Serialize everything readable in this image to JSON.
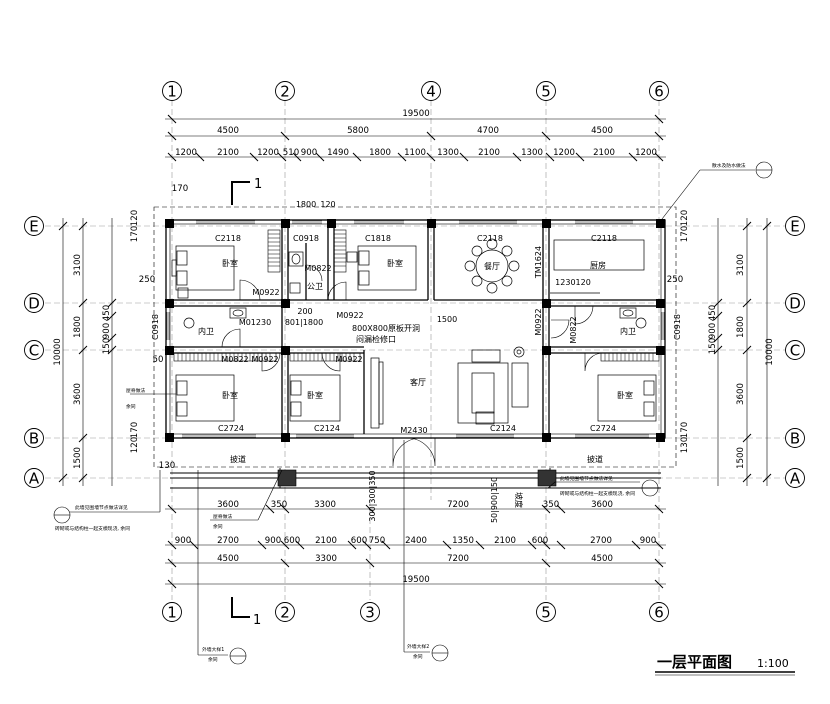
{
  "drawing": {
    "title": "一层平面图",
    "scale": "1:100"
  },
  "axes": {
    "columns": [
      "1",
      "2",
      "4",
      "5",
      "6"
    ],
    "columns_bottom": [
      "1",
      "2",
      "3",
      "5",
      "6"
    ],
    "rows": [
      "E",
      "D",
      "C",
      "B",
      "A"
    ]
  },
  "dims_top": {
    "overall": "19500",
    "bays": [
      "4500",
      "5800",
      "4700",
      "4500"
    ],
    "detail": [
      "1200",
      "2100",
      "1200",
      "510",
      "900",
      "1490",
      "1800",
      "1100",
      "1300",
      "2100",
      "1300",
      "1200",
      "2100",
      "1200"
    ]
  },
  "dims_bottom": {
    "overall": "19500",
    "bays": [
      "4500",
      "3300",
      "7200",
      "4500"
    ],
    "detail": [
      "900",
      "2700",
      "900",
      "600",
      "2100",
      "600",
      "750",
      "2400",
      "1350",
      "2100",
      "600",
      "2700",
      "900"
    ],
    "porch": [
      "3600",
      "3300",
      "7200",
      "3600"
    ],
    "porch_small": [
      "350",
      "350"
    ]
  },
  "dims_left": {
    "overall": "10000",
    "bays": [
      "3100",
      "1800",
      "3600",
      "1500"
    ],
    "small": [
      "120",
      "170",
      "250",
      "900",
      "450",
      "150",
      "50",
      "170",
      "120",
      "130",
      "170"
    ]
  },
  "dims_right": {
    "overall": "10000",
    "bays": [
      "3100",
      "1800",
      "3600",
      "1500"
    ],
    "small": [
      "120",
      "170",
      "250",
      "900",
      "450",
      "150",
      "170",
      "130"
    ]
  },
  "rooms": {
    "bed1": "卧室",
    "bed2": "卧室",
    "bed3": "卧室",
    "bed4": "卧室",
    "bed5": "卧室",
    "dining": "餐厅",
    "kitchen": "厨房",
    "bath1": "内卫",
    "bath2": "内卫",
    "wc": "公卫",
    "living": "客厅",
    "corridor1": "披道",
    "corridor2": "披道"
  },
  "labels": {
    "c2118a": "C2118",
    "c0918": "C0918",
    "c1818": "C1818",
    "c2118b": "C2118",
    "c2118c": "C2118",
    "m0822a": "M0822",
    "m0922a": "M0922",
    "m0922b": "M0922",
    "m0822b": "M0822",
    "m0922c": "M0922",
    "m0922d": "M0922",
    "m0822c": "M0822",
    "m0922e": "M0922",
    "c0918l": "C0918",
    "c0918r": "C0918",
    "c2724a": "C2724",
    "c2124a": "C2124",
    "c2124b": "C2124",
    "c2724b": "C2724",
    "m2430": "M2430",
    "tm1624": "TM1624",
    "c1230a": "1230120",
    "m1230": "M01230",
    "dim_1800": "1800",
    "dim_120": "120",
    "dim_200": "200",
    "dim_1500": "1500",
    "d8011800": "801|1800",
    "hole": "800X800原板开洞",
    "inspect": "闷漏检修口",
    "sec1_top": "1",
    "sec1_bot": "1",
    "note_right": "散水及防水做法",
    "note_left1": "此墙见围墙节点做法详见",
    "note_left2": "砖砌或与结构柱一起支模现浇, 余同",
    "note_right2": "此墙见围墙节点做法详见",
    "note_right3": "砖砌或与结构柱一起支模现浇, 余同",
    "cap1": "屋脊做法",
    "cap1b": "余同",
    "cap2": "屋脊做法",
    "cap2b": "余同",
    "bottom_note1": "外墙大样1",
    "bottom_note1b": "余同",
    "bottom_note2": "外墙大样2",
    "bottom_note2b": "余同",
    "ramp": "坡度",
    "porch_dims": "300|300|350",
    "porch_vert": "50|900|150"
  }
}
